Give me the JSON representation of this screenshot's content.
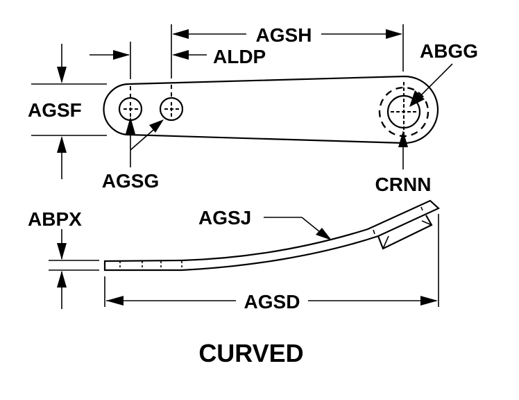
{
  "diagram": {
    "title": "CURVED",
    "labels": {
      "agsh": "AGSH",
      "aldp": "ALDP",
      "abgg": "ABGG",
      "agsf": "AGSF",
      "agsg": "AGSG",
      "crnn": "CRNN",
      "abpx": "ABPX",
      "agsj": "AGSJ",
      "agsd": "AGSD"
    },
    "colors": {
      "line": "#000000",
      "background": "#ffffff"
    }
  }
}
